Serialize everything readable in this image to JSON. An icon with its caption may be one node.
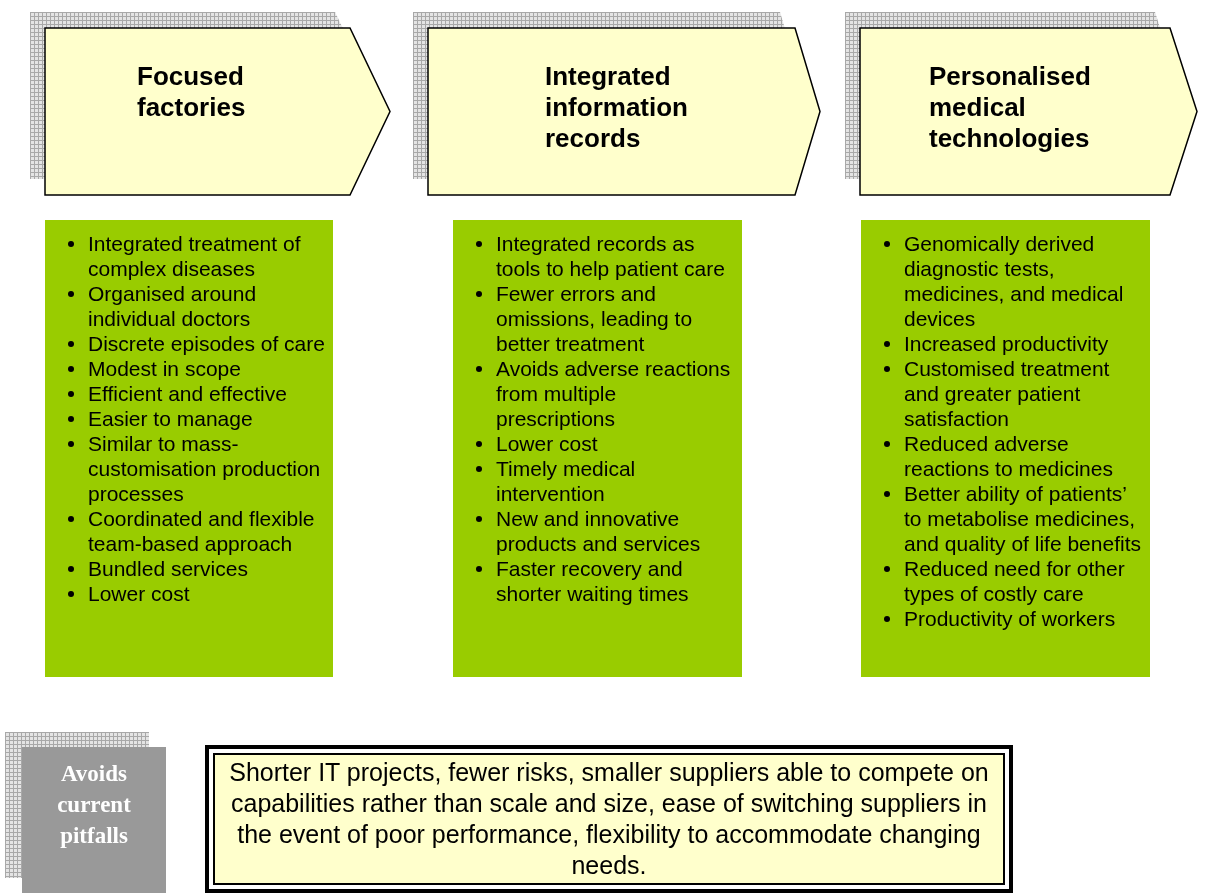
{
  "diagram": {
    "nodes": [
      {
        "text": [
          "Focused factories"
        ]
      },
      {
        "text": [
          "Integrated information records"
        ]
      },
      {
        "text": [
          "Personalised medical technologies"
        ]
      },
      {
        "text": [
          "Integrated treatment of complex diseases",
          "Organised around individual doctors",
          "Discrete episodes of care",
          "Modest in scope",
          "Efficient and effective",
          "Easier to manage",
          "Similar to mass-customisation production processes",
          "Coordinated and flexible team-based approach",
          "Bundled services",
          "Lower cost"
        ]
      },
      {
        "text": [
          "Integrated records as tools to help patient care",
          "Fewer errors and omissions, leading to better treatment",
          "Avoids adverse reactions from multiple prescriptions",
          "Lower cost",
          "Timely medical intervention",
          "New and innovative products and services",
          "Faster recovery and shorter waiting times"
        ]
      },
      {
        "text": [
          "Genomically derived diagnostic tests, medicines, and medical devices",
          "Increased productivity",
          "Customised treatment and greater patient satisfaction",
          "Reduced adverse reactions to medicines",
          "Better ability of patients’ to metabolise medicines, and quality of life benefits",
          "Reduced need for other types of costly care",
          "Productivity of workers"
        ]
      },
      {
        "text": [
          "Avoids current pitfalls"
        ]
      },
      {
        "text": [
          "Shorter IT projects, fewer risks, smaller suppliers able to compete on capabilities rather than scale and size, ease of switching suppliers in the event of poor performance, flexibility to accommodate changing needs."
        ]
      }
    ]
  }
}
